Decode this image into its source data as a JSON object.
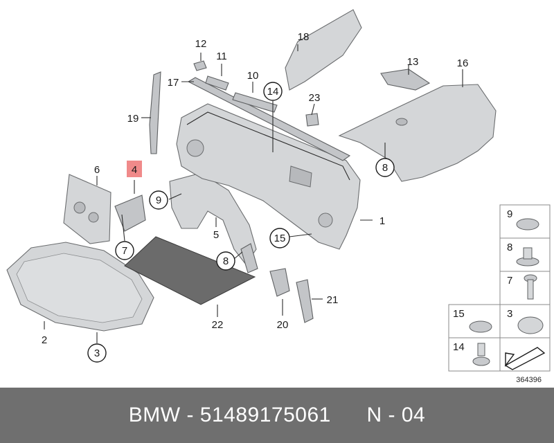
{
  "callouts": {
    "c1": "1",
    "c2": "2",
    "c3": "3",
    "c4": "4",
    "c5": "5",
    "c6": "6",
    "c7": "7",
    "c8a": "8",
    "c8b": "8",
    "c9": "9",
    "c10": "10",
    "c11": "11",
    "c12": "12",
    "c13": "13",
    "c14": "14",
    "c15": "15",
    "c16": "16",
    "c17": "17",
    "c18": "18",
    "c19": "19",
    "c20": "20",
    "c21": "21",
    "c22": "22",
    "c23": "23"
  },
  "fastener_panel": {
    "r1": "9",
    "r2": "8",
    "r3": "7",
    "r4a": "15",
    "r4b": "3",
    "r5": "14"
  },
  "diagram_id": "364396",
  "colors": {
    "highlight": "#f08a8a",
    "footer_bg": "#6f6f6f"
  },
  "footer": {
    "brand": "BMW",
    "sep1": "-",
    "part_number": "51489175061",
    "position": "N - 04"
  }
}
